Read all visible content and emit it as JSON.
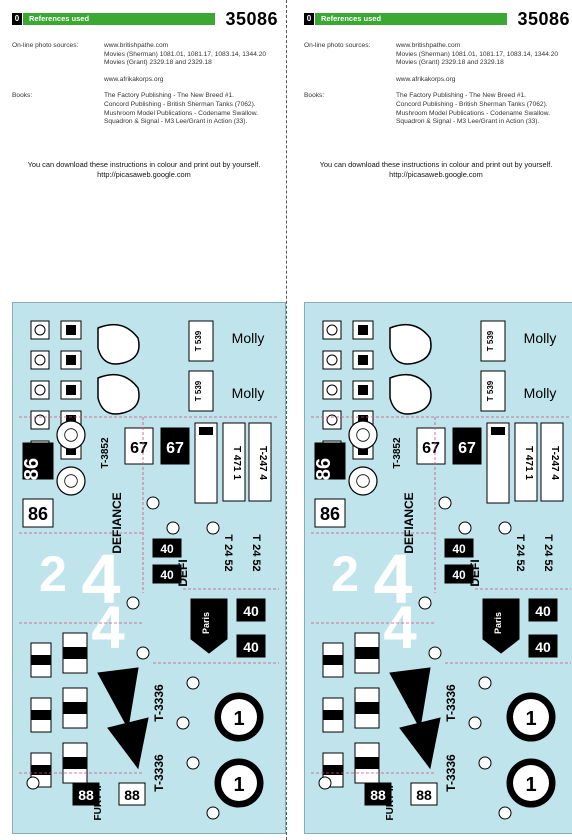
{
  "header": {
    "section_number": "0",
    "section_title": "References used",
    "product_code": "35086"
  },
  "references": {
    "online_label": "On-line photo sources:",
    "online_lines": [
      "www.britishpathe.com",
      "Movies (Sherman) 1081.01, 1081.17, 1083.14, 1344.20",
      "Movies (Grant) 2329.18 and 2329.18",
      "",
      "www.afrikakorps.org"
    ],
    "books_label": "Books:",
    "books_lines": [
      "The Factory Publishing - The New Breed #1.",
      "Concord Publishing - British Sherman Tanks (7062).",
      "Mushroom Model Publications - Codename Swallow.",
      "Squadron & Signal - M3 Lee/Grant in Action (33)."
    ]
  },
  "download_note": {
    "line1": "You can download these instructions in colour and print out by yourself.",
    "line2": "http://picasaweb.google.com"
  },
  "decal_sheet": {
    "background": "#bfe4ec",
    "accent": "#3aa832",
    "texts": {
      "n86": "86",
      "n67": "67",
      "defiance": "DEFIANCE",
      "defi": "DEFI",
      "n40": "40",
      "n4": "4",
      "n2": "2",
      "n1": "1",
      "t471": "T 471 1",
      "t2474": "T-247 4",
      "t539": "T 539",
      "t2452": "T 24 52",
      "t3852": "T-3852",
      "t3336": "T-3336",
      "paris": "Paris",
      "fury": "FURY II",
      "n88": "88"
    }
  }
}
